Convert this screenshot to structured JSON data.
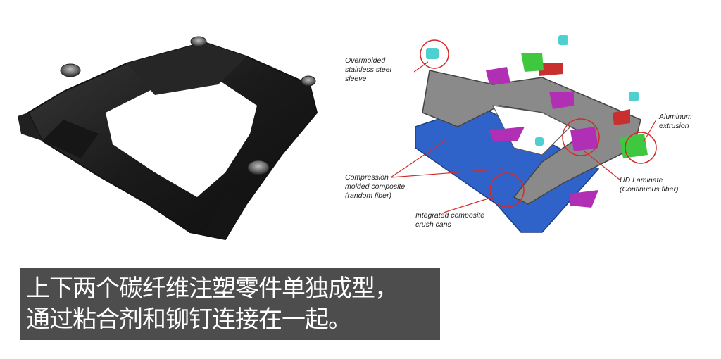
{
  "callouts": {
    "overmolded": "Overmolded\nstainless steel\nsleeve",
    "aluminum": "Aluminum\nextrusion",
    "compression": "Compression\nmolded composite\n(random fiber)",
    "ud_laminate": "UD Laminate\n(Continuous fiber)",
    "crush_cans": "Integrated composite\ncrush cans"
  },
  "caption": {
    "line1": "上下两个碳纤维注塑零件单独成型，",
    "line2": "通过粘合剂和铆钉连接在一起。"
  },
  "colors": {
    "frame_dark": "#1e1e1e",
    "frame_gray": "#8a8a8a",
    "blue_part": "#2f63c9",
    "magenta_part": "#b12fb5",
    "green_part": "#3fc83f",
    "teal_sleeve": "#4fd0d0",
    "red_part": "#c83030",
    "highlight_circle": "#d42a2a",
    "caption_bg": "#4d4d4d"
  }
}
